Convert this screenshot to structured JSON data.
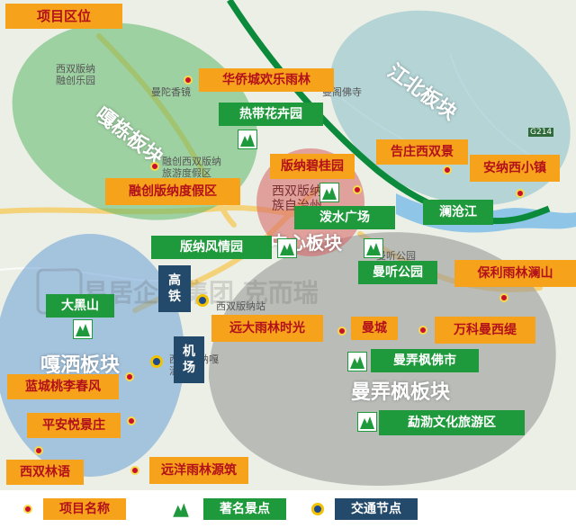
{
  "header": {
    "title": "项目区位"
  },
  "blocks": {
    "gasu": "嘎栋板块",
    "jiangbei": "江北板块",
    "center": "中心板块",
    "gasa": "嘎洒板块",
    "manong": "曼弄枫板块"
  },
  "projects": {
    "huaqiao": "华侨城欢乐雨林",
    "rongchuang": "融创版纳度假区",
    "biguiyuan": "版纳碧桂园",
    "gaozhuang": "告庄西双景",
    "annaxi": "安纳西小镇",
    "baoli": "保利雨林澜山",
    "wanke": "万科曼西缇",
    "yuandayulin": "远大雨林时光",
    "mancheng": "曼城",
    "lancheng": "蓝城桃李春风",
    "pingan": "平安悦景庄",
    "linyu": "西双林语",
    "yuanyang": "远洋雨林源筑"
  },
  "scenic": {
    "redai": "热带花卉园",
    "poshui": "泼水广场",
    "lancang": "澜沧江",
    "banna_fengqing": "版纳风情园",
    "mantingpark": "曼听公园",
    "daheishan": "大黑山",
    "fofo": "曼弄枫佛市",
    "mengla": "勐泐文化旅游区"
  },
  "transport": {
    "gaotie": "高铁",
    "jichang": "机场"
  },
  "base_map_names": {
    "rongchuang_park": "西双版纳\n融创乐园",
    "mantuo": "曼陀香镜",
    "manting_fo": "曼阁佛寺",
    "rongchuang_resort": "融创西双版纳\n旅游度假区",
    "xsbn_prefecture": "西双版纳傣\n族自治州",
    "station": "西双版纳站",
    "airport": "西双版纳嘎\n洒机场",
    "manting_park_base": "曼听公园",
    "road_g214": "G214",
    "watermark": "易居企业集团 克而瑞"
  },
  "legend": {
    "project": "项目名称",
    "scenic": "著名景点",
    "transport": "交通节点"
  },
  "colors": {
    "project_label_bg": "#f7a21b",
    "project_label_text": "#b2101a",
    "scenic_label_bg": "#1e9a3c",
    "transport_label_bg": "#234a6a",
    "gasu_block": "#5fb86a",
    "jiangbei_block": "#8fc1cc",
    "center_block": "#d86a6a",
    "gasa_block": "#6a9fd6",
    "manong_block": "#9a9a9a",
    "highway": "#0a8a3a"
  }
}
